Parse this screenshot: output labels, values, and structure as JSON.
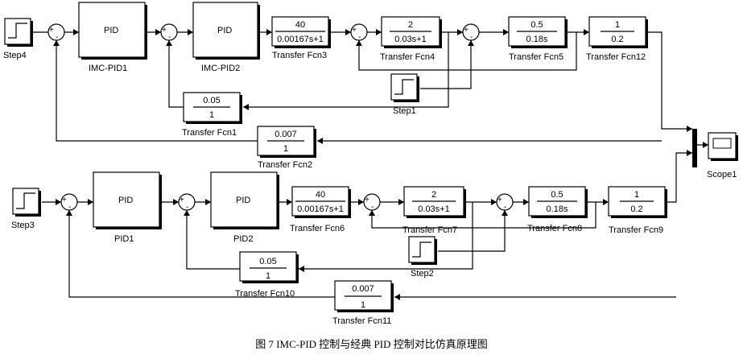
{
  "caption": "图 7   IMC-PID 控制与经典 PID 控制对比仿真原理图",
  "blocks": {
    "step4": "Step4",
    "step1": "Step1",
    "step3": "Step3",
    "step2": "Step2",
    "imc_pid1": {
      "inner": "PID",
      "label": "IMC-PID1"
    },
    "imc_pid2": {
      "inner": "PID",
      "label": "IMC-PID2"
    },
    "pid1": {
      "inner": "PID",
      "label": "PID1"
    },
    "pid2": {
      "inner": "PID",
      "label": "PID2"
    },
    "tf3": {
      "num": "40",
      "den": "0.00167s+1",
      "label": "Transfer Fcn3"
    },
    "tf4": {
      "num": "2",
      "den": "0.03s+1",
      "label": "Transfer Fcn4"
    },
    "tf5": {
      "num": "0.5",
      "den": "0.18s",
      "label": "Transfer Fcn5"
    },
    "tf12": {
      "num": "1",
      "den": "0.2",
      "label": "Transfer Fcn12"
    },
    "tf1": {
      "num": "0.05",
      "den": "1",
      "label": "Transfer Fcn1"
    },
    "tf2": {
      "num": "0.007",
      "den": "1",
      "label": "Transfer Fcn2"
    },
    "tf6": {
      "num": "40",
      "den": "0.00167s+1",
      "label": "Transfer Fcn6"
    },
    "tf7": {
      "num": "2",
      "den": "0.03s+1",
      "label": "Transfer Fcn7"
    },
    "tf8": {
      "num": "0.5",
      "den": "0.18s",
      "label": "Transfer Fcn8"
    },
    "tf9": {
      "num": "1",
      "den": "0.2",
      "label": "Transfer Fcn9"
    },
    "tf10": {
      "num": "0.05",
      "den": "1",
      "label": "Transfer Fcn10"
    },
    "tf11": {
      "num": "0.007",
      "den": "1",
      "label": "Transfer Fcn11"
    },
    "scope1": "Scope1"
  },
  "signs": {
    "plus": "+",
    "minus": "-"
  }
}
